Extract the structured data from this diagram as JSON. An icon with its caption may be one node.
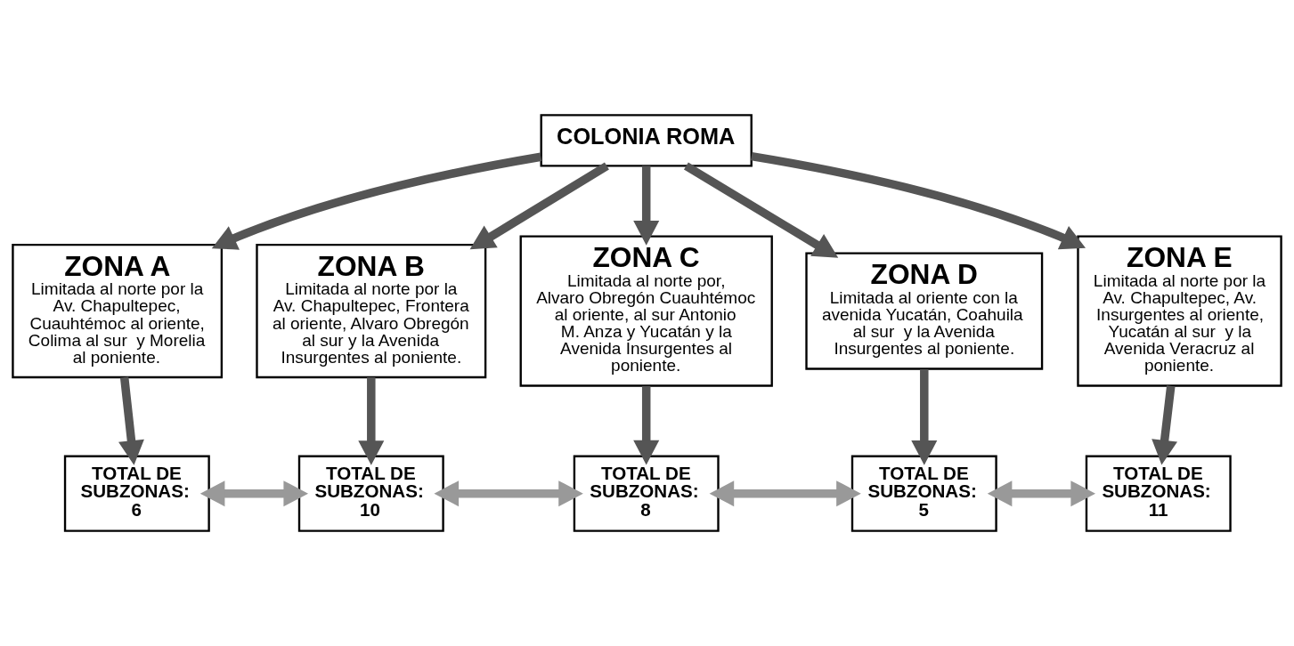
{
  "diagram": {
    "nodes": [
      {
        "text": [
          "COLONIA ROMA"
        ]
      },
      {
        "text": [
          "ZONA A",
          "Limitada al norte por la Av. Chapultepec, Cuauhtémoc al oriente, Colima al sur  y Morelia al poniente."
        ]
      },
      {
        "text": [
          "ZONA B",
          "Limitada al norte por la Av. Chapultepec, Frontera al oriente, Alvaro Obregón al sur y la Avenida Insurgentes al poniente."
        ]
      },
      {
        "text": [
          "ZONA C",
          "Limitada al norte por, Alvaro Obregón Cuauhtémoc al oriente, al sur Antonio M. Anza y Yucatán y la Avenida Insurgentes al poniente."
        ]
      },
      {
        "text": [
          "ZONA D",
          "Limitada al oriente con la avenida Yucatán, Coahuila al sur  y la Avenida Insurgentes al poniente."
        ]
      },
      {
        "text": [
          "ZONA E",
          "Limitada al norte por la Av. Chapultepec, Av. Insurgentes al oriente, Yucatán al sur  y la Avenida Veracruz al poniente."
        ]
      },
      {
        "text": [
          "TOTAL DE SUBZONAS:",
          "6"
        ]
      },
      {
        "text": [
          "TOTAL DE SUBZONAS:",
          "10"
        ]
      },
      {
        "text": [
          "TOTAL DE SUBZONAS:",
          "8"
        ]
      },
      {
        "text": [
          "TOTAL DE SUBZONAS:",
          "5"
        ]
      },
      {
        "text": [
          "TOTAL DE SUBZONAS:",
          "11"
        ]
      }
    ],
    "edges": [
      {
        "from": 0,
        "to": 1,
        "arrow": "to"
      },
      {
        "from": 0,
        "to": 2,
        "arrow": "to"
      },
      {
        "from": 0,
        "to": 3,
        "arrow": "to"
      },
      {
        "from": 0,
        "to": 4,
        "arrow": "to"
      },
      {
        "from": 0,
        "to": 5,
        "arrow": "to"
      },
      {
        "from": 1,
        "to": 6,
        "arrow": "to"
      },
      {
        "from": 2,
        "to": 7,
        "arrow": "to"
      },
      {
        "from": 3,
        "to": 8,
        "arrow": "to"
      },
      {
        "from": 4,
        "to": 9,
        "arrow": "to"
      },
      {
        "from": 5,
        "to": 10,
        "arrow": "to"
      },
      {
        "from": 6,
        "to": 7,
        "arrow": "both"
      },
      {
        "from": 7,
        "to": 8,
        "arrow": "both"
      },
      {
        "from": 8,
        "to": 9,
        "arrow": "both"
      },
      {
        "from": 9,
        "to": 10,
        "arrow": "both"
      }
    ]
  }
}
